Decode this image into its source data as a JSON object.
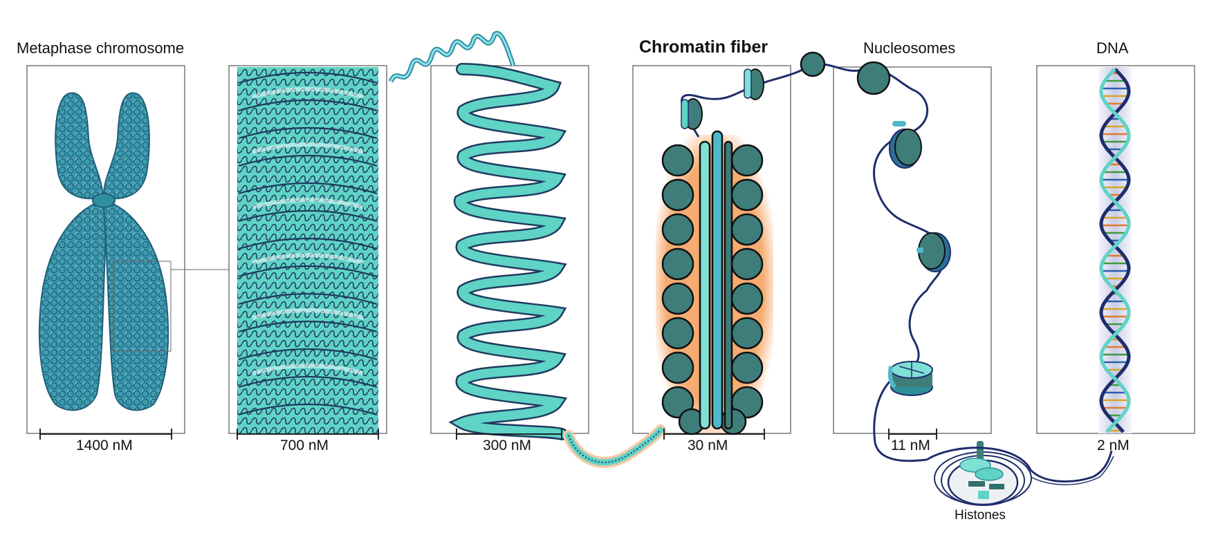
{
  "diagram": {
    "titles": {
      "metaphase": "Metaphase chromosome",
      "chromatin": "Chromatin fiber",
      "nucleosomes": "Nucleosomes",
      "dna": "DNA",
      "histones": "Histones"
    },
    "scales": {
      "s1400": "1400 nM",
      "s700": "700 nM",
      "s300": "300 nM",
      "s30": "30 nM",
      "s11": "11 nM",
      "s2": "2 nM"
    },
    "colors": {
      "teal": "#5fd3c6",
      "teal_light": "#a9ece4",
      "teal_dark": "#2f8f9a",
      "chromosome": "#3e9bb0",
      "disk": "#3f7d7a",
      "navy": "#1e2d6b",
      "glow": "#f4a261"
    }
  }
}
